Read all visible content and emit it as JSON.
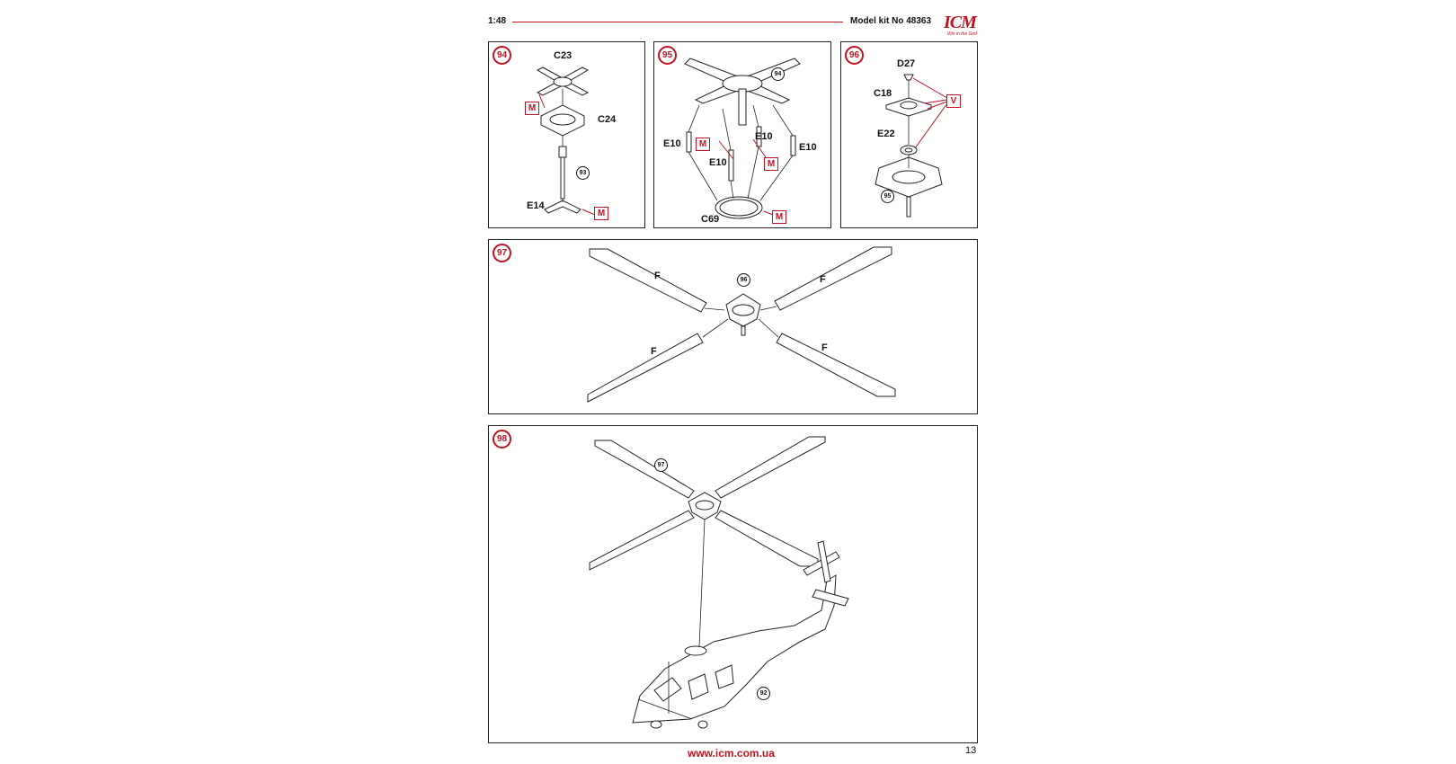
{
  "header": {
    "scale": "1:48",
    "kit": "Model kit No 48363",
    "logo": "ICM",
    "logo_tagline": "Win in the Grid"
  },
  "steps": {
    "s94": {
      "number": "94",
      "parts": [
        "C23",
        "C24",
        "E14"
      ],
      "ref": "93",
      "marks": [
        "M",
        "M"
      ]
    },
    "s95": {
      "number": "95",
      "parts": [
        "E10",
        "E10",
        "E10",
        "E10",
        "C69"
      ],
      "ref": "94",
      "marks": [
        "M",
        "M",
        "M"
      ]
    },
    "s96": {
      "number": "96",
      "parts": [
        "D27",
        "C18",
        "E22"
      ],
      "ref": "95",
      "marks": [
        "V"
      ]
    },
    "s97": {
      "number": "97",
      "parts": [
        "F",
        "F",
        "F",
        "F"
      ],
      "ref": "96"
    },
    "s98": {
      "number": "98",
      "refs": [
        "97",
        "92"
      ]
    }
  },
  "footer": {
    "url": "www.icm.com.ua",
    "page": "13"
  },
  "colors": {
    "accent": "#c1121f",
    "line": "#222222"
  }
}
